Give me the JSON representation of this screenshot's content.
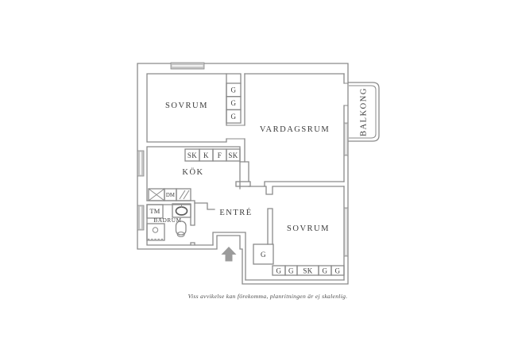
{
  "floorplan": {
    "labels": {
      "bedroom_top": "SOVRUM",
      "living_room": "VARDAGSRUM",
      "kitchen": "KÖK",
      "entry": "ENTRÉ",
      "bedroom_bottom": "SOVRUM",
      "bathroom": "BADRUM",
      "balcony": "BALKONG",
      "washing_machine": "TM",
      "dishwasher": "DM"
    },
    "closets": {
      "bedroom_top_stack": [
        "G",
        "G",
        "G"
      ],
      "kitchen_row": [
        "SK",
        "K",
        "F",
        "SK"
      ],
      "entry_single": "G",
      "bedroom_bottom_row": [
        "G",
        "G",
        "SK",
        "G",
        "G"
      ]
    },
    "icons": {
      "entrance_arrow": "arrow-up",
      "kitchen_sink": "x-crossed-box",
      "stove": "double-slash-box",
      "washbasin": "oval-basin",
      "shower": "box-with-drain",
      "toilet": "wc-bowl",
      "windows": "gray-filled-bands"
    },
    "caption": "Viss avvikelse kan förekomma, planritningen är ej skalenlig.",
    "colors": {
      "wall": "#8a8a8a",
      "text": "#3c3c3c",
      "window_fill": "#c6c6c6",
      "arrow": "#9b9b9b",
      "background": "#ffffff"
    }
  }
}
